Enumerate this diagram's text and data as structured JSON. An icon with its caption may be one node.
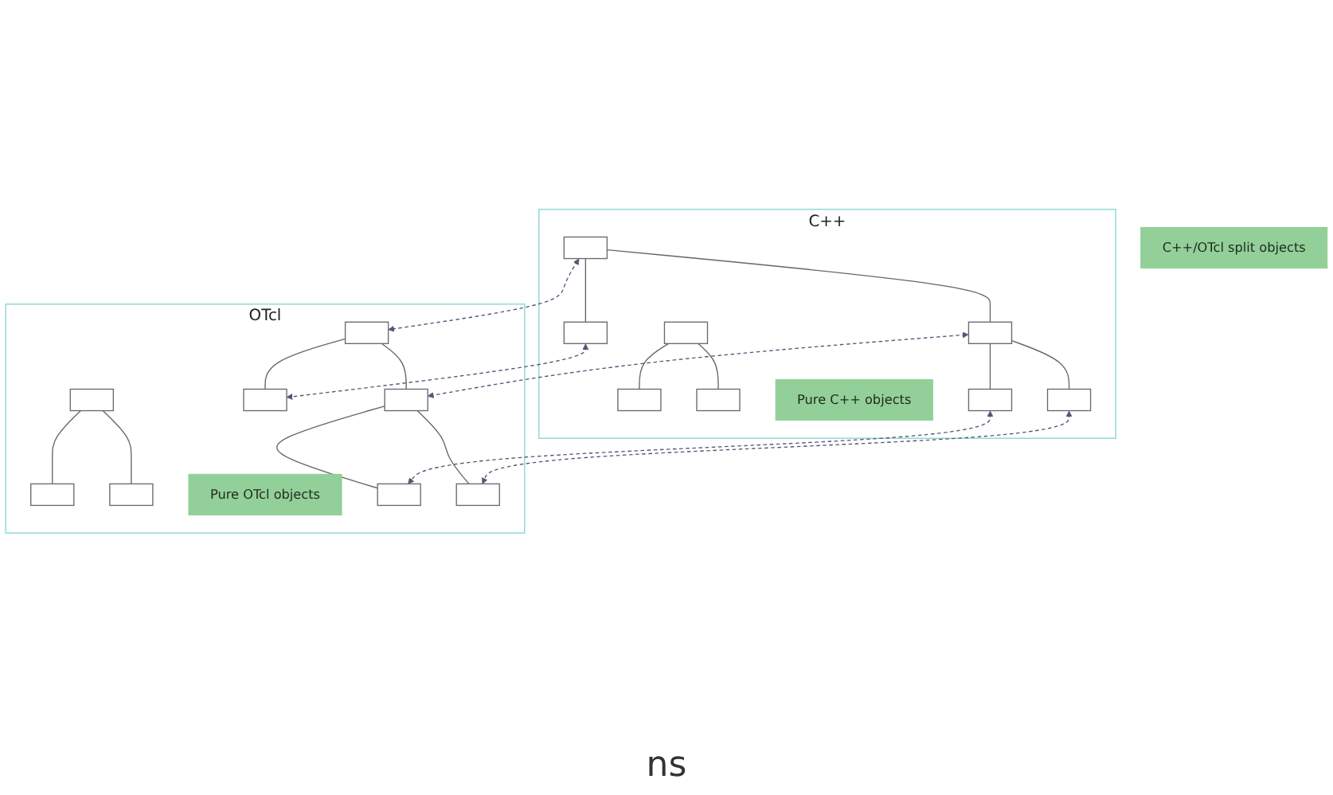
{
  "diagram": {
    "nodes": [
      {
        "text": [
          "C++"
        ]
      },
      {
        "text": [
          "OTcl"
        ]
      },
      {
        "text": [],
        "shape": "box",
        "in": 0
      },
      {
        "text": [],
        "shape": "box",
        "in": 0
      },
      {
        "text": [],
        "shape": "box",
        "in": 0
      },
      {
        "text": [
          "Pure C++ objects"
        ],
        "in": 0
      },
      {
        "text": [],
        "shape": "box",
        "in": 1
      },
      {
        "text": [],
        "shape": "box",
        "in": 1
      },
      {
        "text": [],
        "shape": "box",
        "in": 1
      },
      {
        "text": [
          "Pure OTcl objects"
        ],
        "in": 1
      },
      {
        "text": [],
        "shape": "box",
        "in": 1
      },
      {
        "text": [],
        "shape": "box",
        "in": 1
      },
      {
        "text": [],
        "shape": "box",
        "in": 1
      },
      {
        "text": [],
        "shape": "box",
        "in": 1
      },
      {
        "text": [],
        "shape": "box",
        "in": 1
      },
      {
        "text": [],
        "shape": "box",
        "in": 0
      },
      {
        "text": [],
        "shape": "box",
        "in": 0
      },
      {
        "text": [],
        "shape": "box",
        "in": 0
      },
      {
        "text": [],
        "shape": "box",
        "in": 0
      },
      {
        "text": [],
        "shape": "box",
        "in": 0
      },
      {
        "text": [
          "C++/OTcl split objects"
        ]
      }
    ],
    "edges": [
      {
        "from": 2,
        "to": 3,
        "arrow": "none"
      },
      {
        "from": 2,
        "to": 4,
        "arrow": "none"
      },
      {
        "from": 6,
        "to": 7,
        "arrow": "none"
      },
      {
        "from": 6,
        "to": 8,
        "arrow": "none"
      },
      {
        "from": 10,
        "to": 11,
        "arrow": "none"
      },
      {
        "from": 10,
        "to": 12,
        "arrow": "none"
      },
      {
        "from": 12,
        "to": 13,
        "arrow": "none"
      },
      {
        "from": 12,
        "to": 14,
        "arrow": "none"
      },
      {
        "from": 15,
        "to": 16,
        "arrow": "none"
      },
      {
        "from": 15,
        "to": 17,
        "arrow": "none"
      },
      {
        "from": 17,
        "to": 18,
        "arrow": "none"
      },
      {
        "from": 17,
        "to": 19,
        "arrow": "none"
      },
      {
        "from": 15,
        "to": 10,
        "arrow": "both",
        "style": "dashed"
      },
      {
        "from": 16,
        "to": 11,
        "arrow": "both",
        "style": "dashed"
      },
      {
        "from": 17,
        "to": 12,
        "arrow": "both",
        "style": "dashed"
      },
      {
        "from": 18,
        "to": 13,
        "arrow": "both",
        "style": "dashed"
      },
      {
        "from": 19,
        "to": 14,
        "arrow": "both",
        "style": "dashed"
      }
    ],
    "labels": [
      "ns"
    ]
  }
}
